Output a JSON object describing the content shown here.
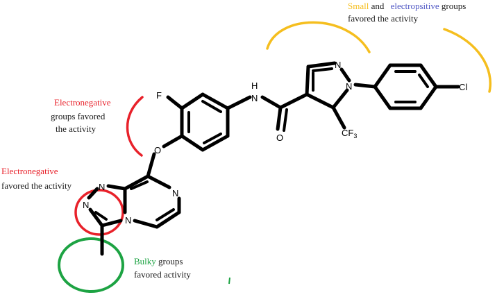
{
  "annotations": {
    "top": {
      "small": "Small",
      "and": " and ",
      "electropositive": "electropsitive",
      "groups": " groups",
      "line2": "favored the activity"
    },
    "fluoro": {
      "line1": "Electronegative",
      "line2": "groups favored",
      "line3": "the activity"
    },
    "triazole": {
      "line1": "Electronegative",
      "line2": "favored the activity"
    },
    "bulky": {
      "bulky": "Bulky",
      "groups": " groups",
      "line2": "favored activity"
    }
  },
  "atoms": {
    "fluorine": "F",
    "oxygen_ether": "O",
    "nitrogen_amide": "N",
    "hydrogen_amide": "H",
    "oxygen_carbonyl": "O",
    "pyrazole_n2": "N",
    "pyrazole_n1": "N",
    "chlorine": "Cl",
    "cf3_main": "CF",
    "cf3_sub": "3",
    "pyrazine_n_right": "N",
    "pyrazine_n_bridge": "N",
    "triazole_n_top": "N",
    "triazole_n_left": "N"
  },
  "colors": {
    "yellow": "#F5BE1E",
    "blue": "#4F57C4",
    "red": "#E8212A",
    "green": "#1DA343",
    "black": "#000000"
  }
}
